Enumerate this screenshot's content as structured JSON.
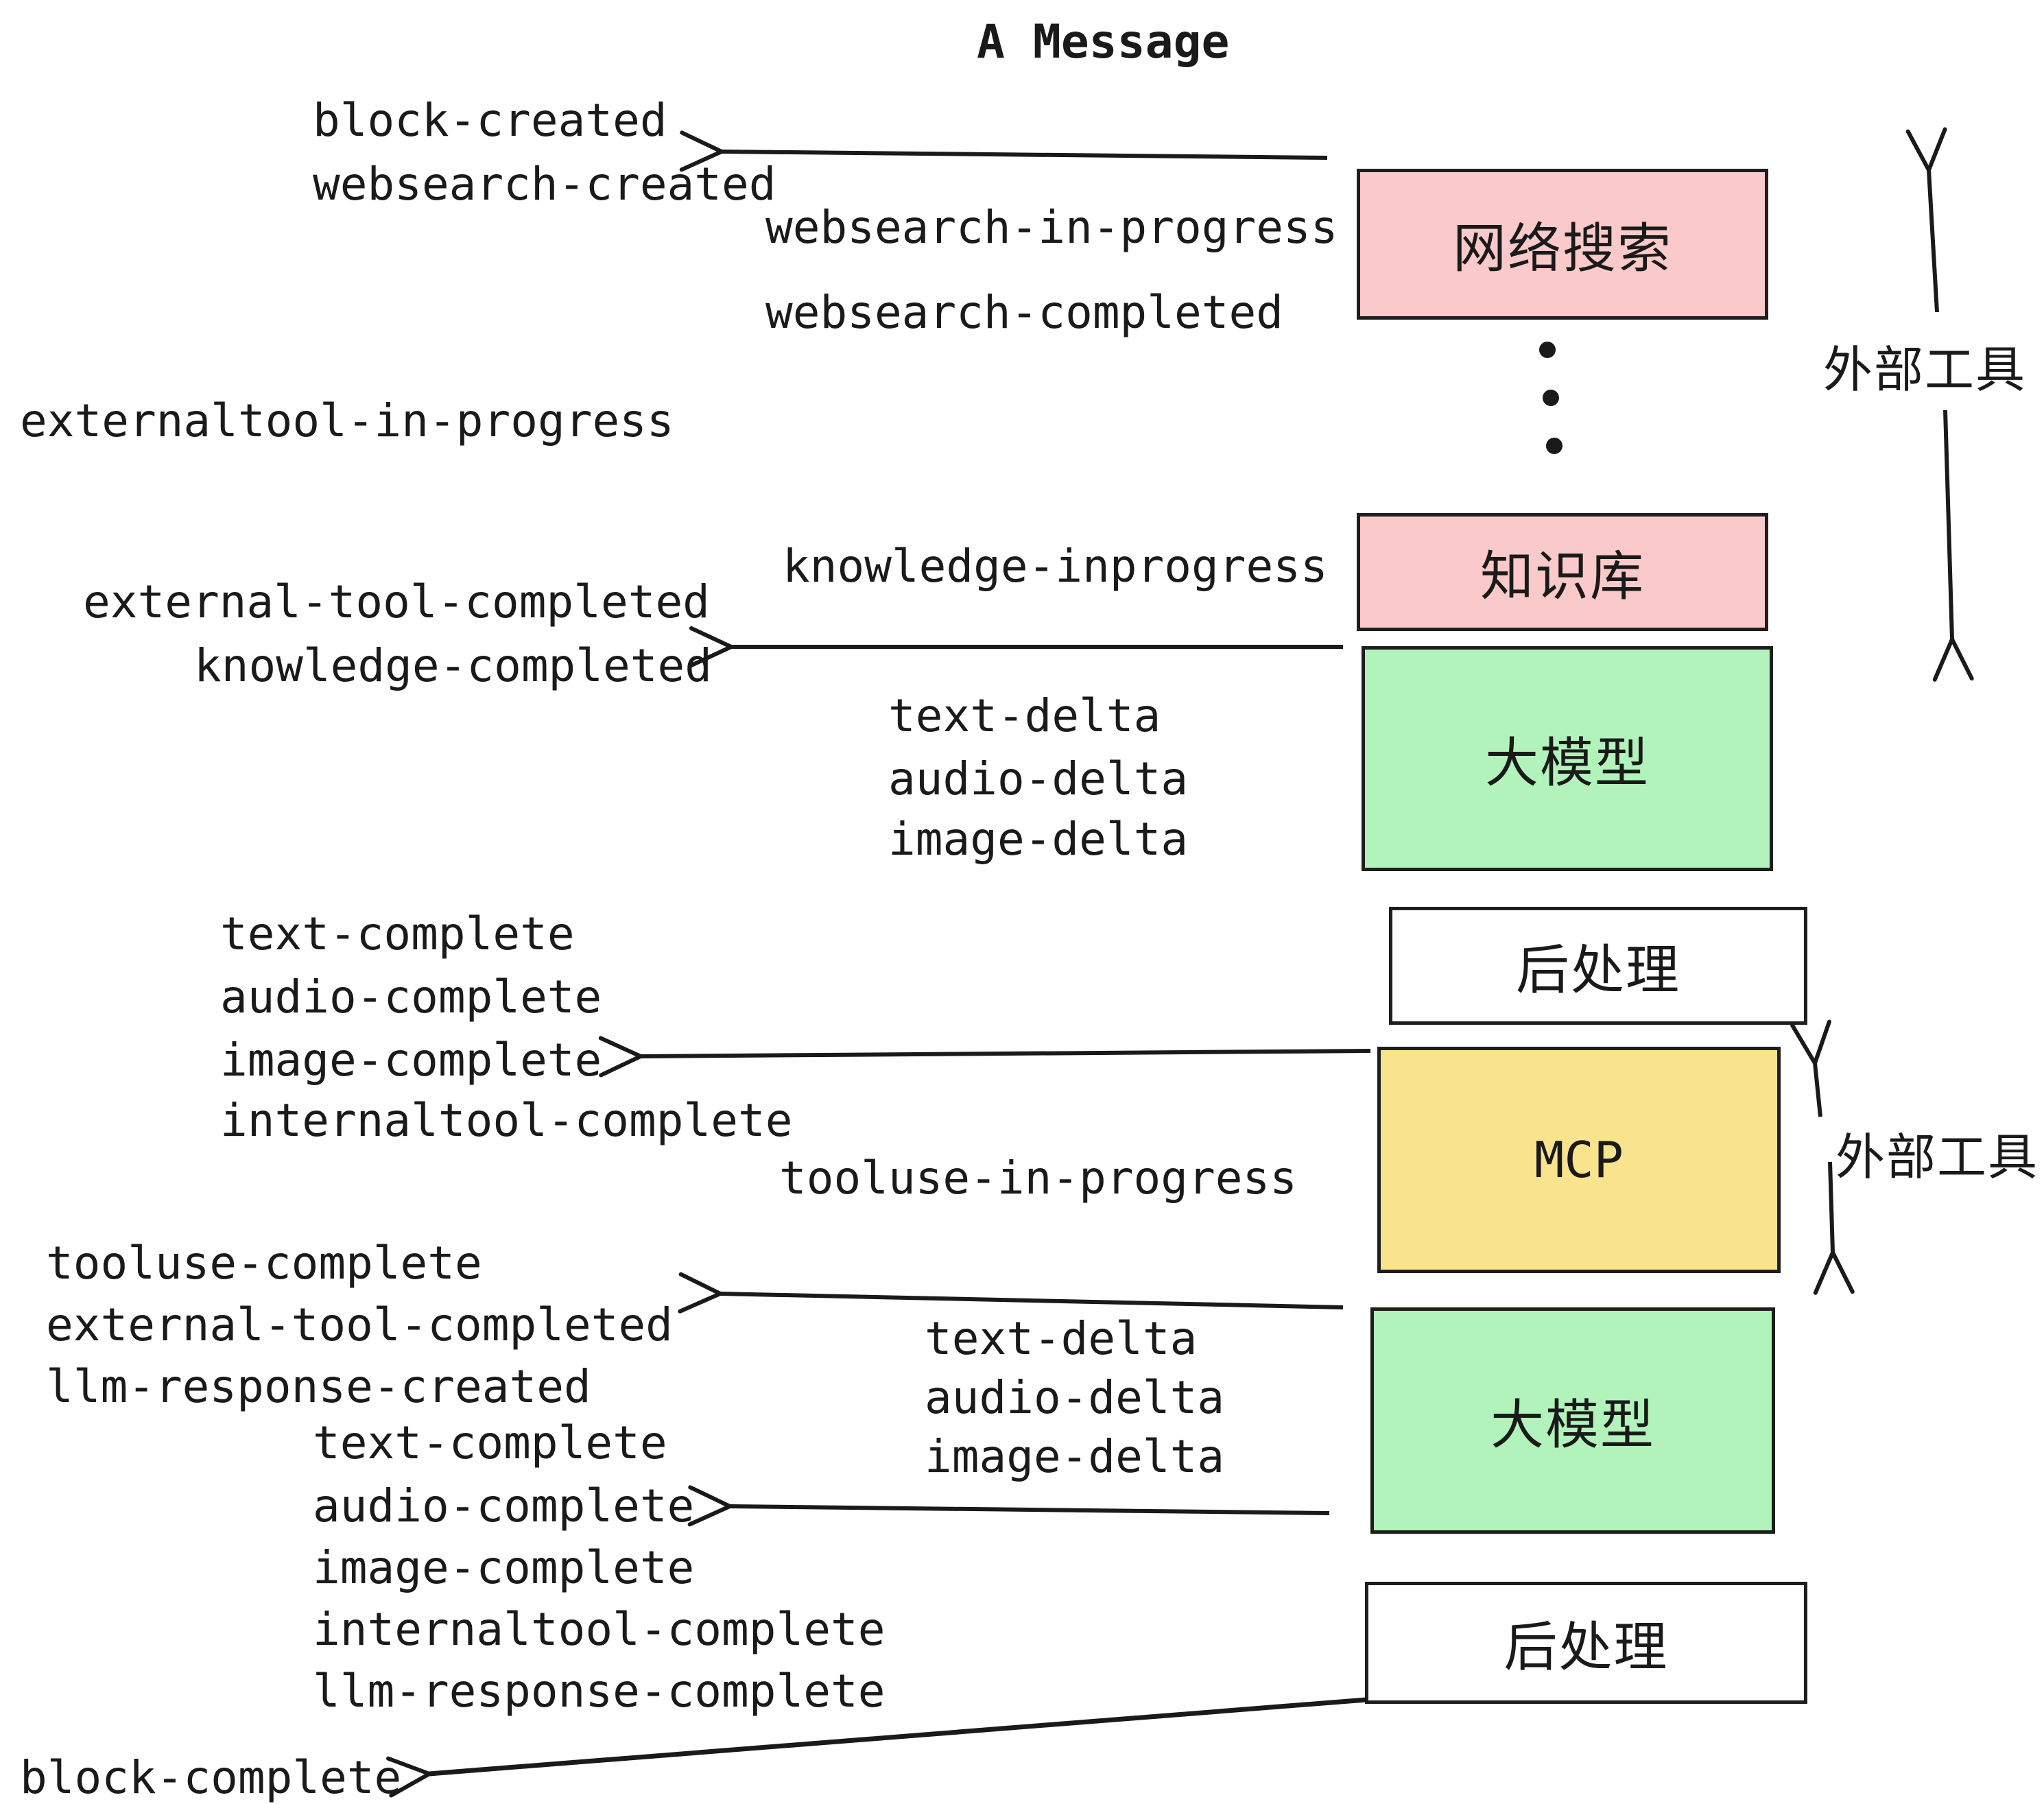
{
  "title": "A Message",
  "colors": {
    "pink": "#fac9c9",
    "green": "#b2f2bb",
    "yellow": "#f9e38c",
    "white": "#ffffff",
    "ink": "#1a1a1a"
  },
  "boxes": {
    "websearch": {
      "label": "网络搜索"
    },
    "knowledge": {
      "label": "知识库"
    },
    "llm1": {
      "label": "大模型"
    },
    "post1": {
      "label": "后处理"
    },
    "mcp": {
      "label": "MCP"
    },
    "llm2": {
      "label": "大模型"
    },
    "post2": {
      "label": "后处理"
    }
  },
  "side_labels": {
    "external_tools_1": "外部工具",
    "external_tools_2": "外部工具"
  },
  "events": {
    "block_created": "block-created",
    "websearch_created": "websearch-created",
    "websearch_in_progress": "websearch-in-progress",
    "websearch_completed": "websearch-completed",
    "externaltool_in_progress": "externaltool-in-progress",
    "knowledge_inprogress": "knowledge-inprogress",
    "external_tool_completed_1": "external-tool-completed",
    "knowledge_completed": "knowledge-completed",
    "text_delta_1": "text-delta",
    "audio_delta_1": "audio-delta",
    "image_delta_1": "image-delta",
    "text_complete_1": "text-complete",
    "audio_complete_1": "audio-complete",
    "image_complete_1": "image-complete",
    "internaltool_complete_1": "internaltool-complete",
    "tooluse_in_progress": "tooluse-in-progress",
    "tooluse_complete": "tooluse-complete",
    "external_tool_completed_2": "external-tool-completed",
    "llm_response_created": "llm-response-created",
    "text_delta_2": "text-delta",
    "audio_delta_2": "audio-delta",
    "image_delta_2": "image-delta",
    "text_complete_2": "text-complete",
    "audio_complete_2": "audio-complete",
    "image_complete_2": "image-complete",
    "internaltool_complete_2": "internaltool-complete",
    "llm_response_complete": "llm-response-complete",
    "block_complete": "block-complete"
  }
}
